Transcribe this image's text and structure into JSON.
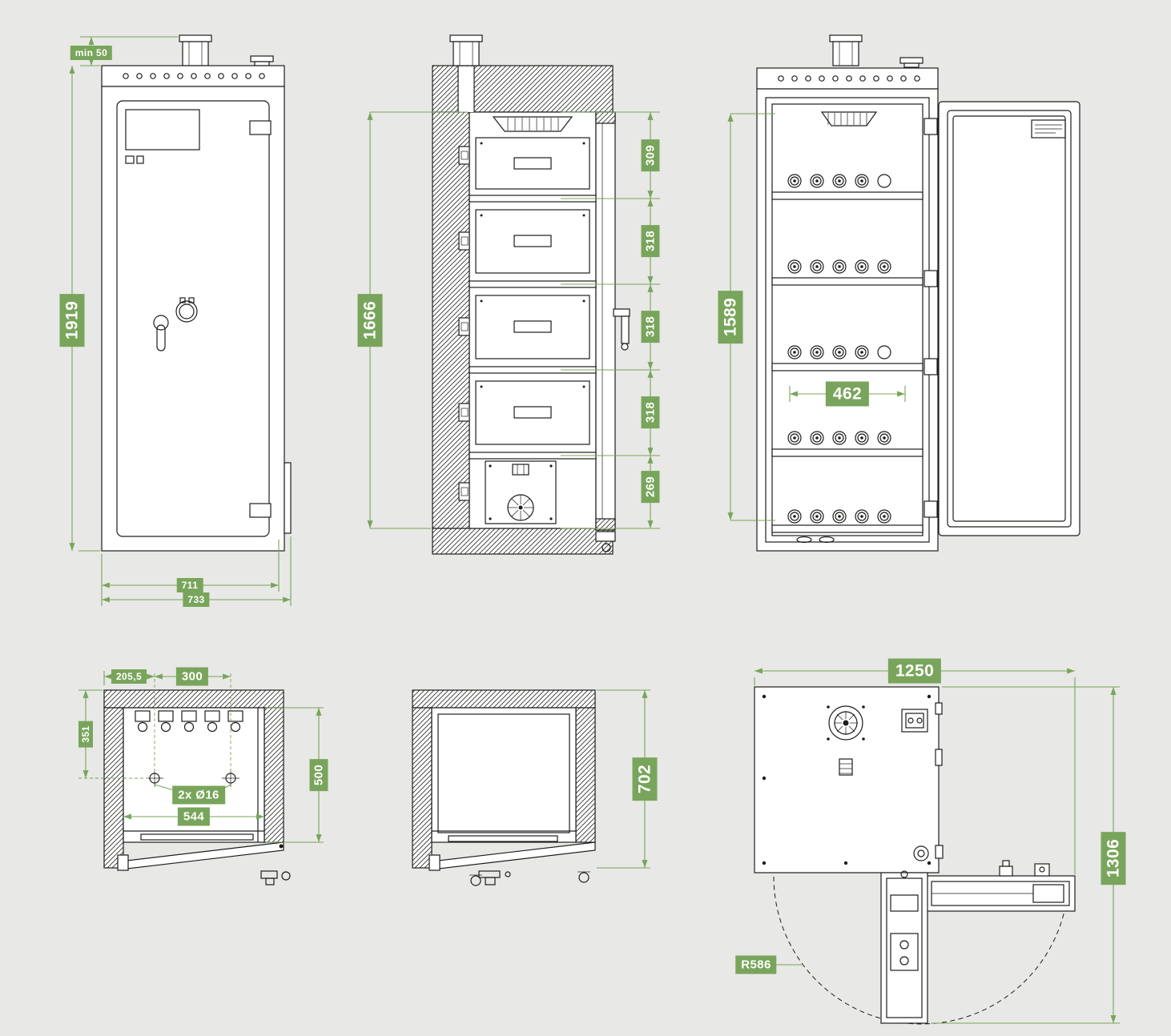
{
  "meta": {
    "colors": {
      "background": "#e8e8e6",
      "dimension_badge": "#78a55b",
      "dimension_text": "#ffffff",
      "linework": "#1d1d1b"
    }
  },
  "views": {
    "front_closed": {
      "dims": {
        "top_clearance": "min 50",
        "overall_height": "1919",
        "body_width": "711",
        "overall_width": "733"
      }
    },
    "side_section": {
      "dims": {
        "interior_height": "1666",
        "compartment_1": "309",
        "compartment_2": "318",
        "compartment_3": "318",
        "compartment_4": "318",
        "compartment_5": "269"
      }
    },
    "front_open": {
      "dims": {
        "interior_height": "1589",
        "interior_width": "462"
      }
    },
    "plan_section_anchoring": {
      "dims": {
        "hole_offset_left": "205,5",
        "hole_spacing": "300",
        "hole_depth_offset": "351",
        "interior_depth": "500",
        "interior_width": "544",
        "anchor_holes": "2x Ø16"
      }
    },
    "plan_section": {
      "dims": {
        "overall_depth": "702"
      }
    },
    "plan_door_open": {
      "dims": {
        "overall_width_door_open": "1250",
        "overall_depth_door_open": "1306",
        "door_swing_radius": "R586"
      }
    }
  }
}
